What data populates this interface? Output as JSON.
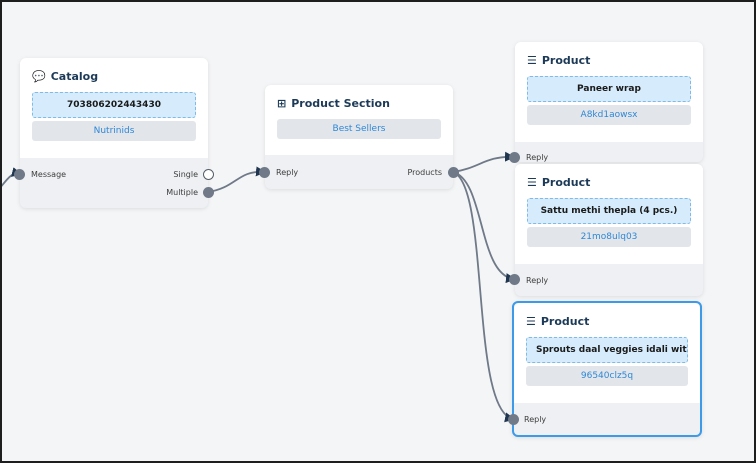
{
  "catalog_node": {
    "title": "Catalog",
    "catalog_id": "703806202443430",
    "catalog_name": "Nutrinids",
    "port_in": "Message",
    "option_single": "Single",
    "option_multiple": "Multiple"
  },
  "section_node": {
    "title": "Product Section",
    "section_name": "Best Sellers",
    "port_in": "Reply",
    "port_out": "Products"
  },
  "product_nodes": [
    {
      "title": "Product",
      "name": "Paneer wrap",
      "sku": "A8kd1aowsx",
      "port_in": "Reply"
    },
    {
      "title": "Product",
      "name": "Sattu methi thepla (4 pcs.)",
      "sku": "21mo8ulq03",
      "port_in": "Reply"
    },
    {
      "title": "Product",
      "name": "Sprouts daal veggies idali with coc",
      "sku": "96540clz5q",
      "port_in": "Reply"
    }
  ],
  "colors": {
    "canvas": "#f4f5f7",
    "accent": "#3d9ae8",
    "wire": "#6f7987",
    "link_text": "#2f87d6"
  },
  "icons": {
    "catalog": "chat-bubble-icon",
    "section": "grid-icon",
    "product": "list-icon"
  }
}
